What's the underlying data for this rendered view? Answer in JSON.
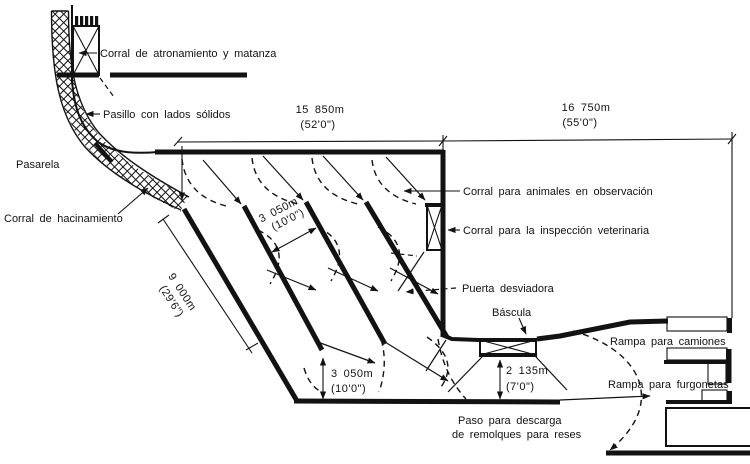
{
  "diagram": {
    "background": "#ffffff",
    "ink": "#121212",
    "labels": {
      "atronamiento": "Corral de atronamiento y matanza",
      "pasillo": "Pasillo con lados sólidos",
      "pasarela": "Pasarela",
      "hacinamiento": "Corral de hacinamiento",
      "observacion": "Corral para animales en observación",
      "inspeccion": "Corral para la inspección veterinaria",
      "puerta": "Puerta desviadora",
      "bascula": "Báscula",
      "camiones": "Rampa para camiones",
      "furgonetas": "Rampa para furgonetas",
      "paso_line1": "Paso para descarga",
      "paso_line2": "de remolques para reses"
    },
    "dimensions": {
      "top_left_m": "15 850m",
      "top_left_ft": "(52'0\")",
      "top_right_m": "16 750m",
      "top_right_ft": "(55'0\")",
      "pen_width_m": "3 050m",
      "pen_width_ft": "(10'0\")",
      "fence_m": "9 000m",
      "fence_ft": "(29'6\")",
      "outlet_m": "3 050m",
      "outlet_ft": "(10'0\")",
      "scale_passage_m": "2 135m",
      "scale_passage_ft": "(7'0\")"
    }
  }
}
